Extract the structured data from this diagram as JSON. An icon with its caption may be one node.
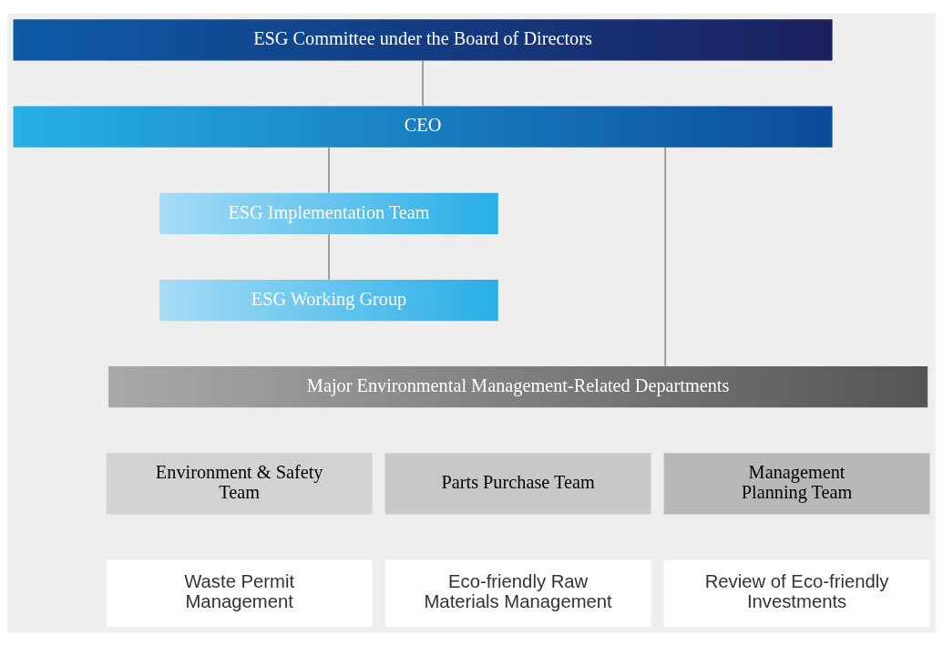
{
  "diagram": {
    "nodes": [
      {
        "text": [
          "ESG Committee under the Board of Directors"
        ]
      },
      {
        "text": [
          "CEO"
        ]
      },
      {
        "text": [
          "ESG Implementation Team"
        ]
      },
      {
        "text": [
          "ESG Working Group"
        ]
      },
      {
        "text": [
          "Major Environmental Management-Related Departments"
        ]
      },
      {
        "text": [
          "Environment & Safety Team"
        ]
      },
      {
        "text": [
          "Waste Permit Management"
        ]
      },
      {
        "text": [
          "Parts Purchase Team"
        ]
      },
      {
        "text": [
          "Eco-friendly Raw Materials Management"
        ]
      },
      {
        "text": [
          "Management Planning Team"
        ]
      },
      {
        "text": [
          "Review of Eco-friendly Investments"
        ]
      }
    ],
    "edges": [
      {
        "from": 0,
        "to": 1,
        "arrow": "none"
      },
      {
        "from": 1,
        "to": 2,
        "arrow": "none"
      },
      {
        "from": 2,
        "to": 3,
        "arrow": "none"
      },
      {
        "from": 1,
        "to": 4,
        "arrow": "none"
      }
    ]
  }
}
